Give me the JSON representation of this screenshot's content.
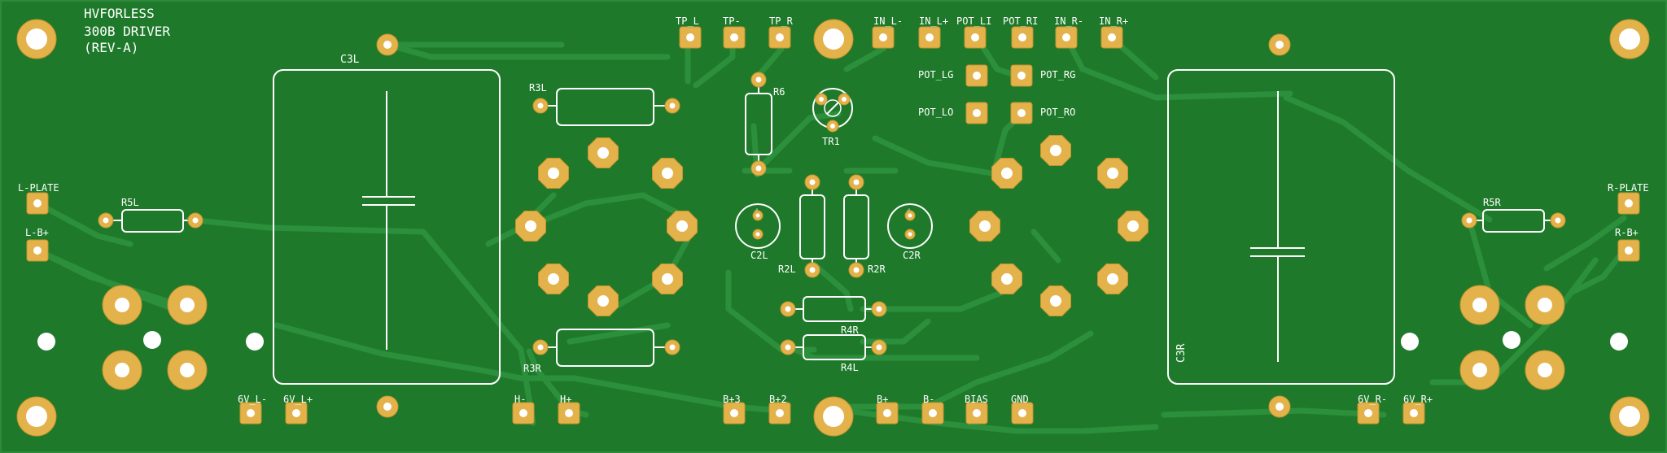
{
  "board": {
    "title_lines": [
      "HVFORLESS",
      "300B DRIVER",
      "(REV-A)"
    ],
    "colors": {
      "substrate": "#1e7a2a",
      "board": "#1a7426",
      "trace": "#2b8a37",
      "copper": "#e3b24a",
      "copper_dark": "#c8922f",
      "hole": "#ffffff",
      "silk": "#ffffff"
    }
  },
  "labels": {
    "top_pads": [
      "TP_L",
      "TP-",
      "TP_R",
      "IN_L-",
      "IN_L+",
      "POT_LI",
      "POT_RI",
      "IN_R-",
      "IN_R+"
    ],
    "pot_pads": [
      "POT_LG",
      "POT_RG",
      "POT_LO",
      "POT_RO"
    ],
    "bottom_pads": [
      "6V_L-",
      "6V_L+",
      "H-",
      "H+",
      "B+3",
      "B+2",
      "B+",
      "B-",
      "BIAS",
      "GND",
      "6V_R-",
      "6V_R+"
    ],
    "side_pads": [
      "L-PLATE",
      "L-B+",
      "R-PLATE",
      "R-B+"
    ],
    "components": [
      "C3L",
      "C3R",
      "R3L",
      "R3R",
      "R5L",
      "R5R",
      "R6",
      "TR1",
      "C2L",
      "C2R",
      "R2L",
      "R2R",
      "R4R",
      "R4L"
    ]
  }
}
